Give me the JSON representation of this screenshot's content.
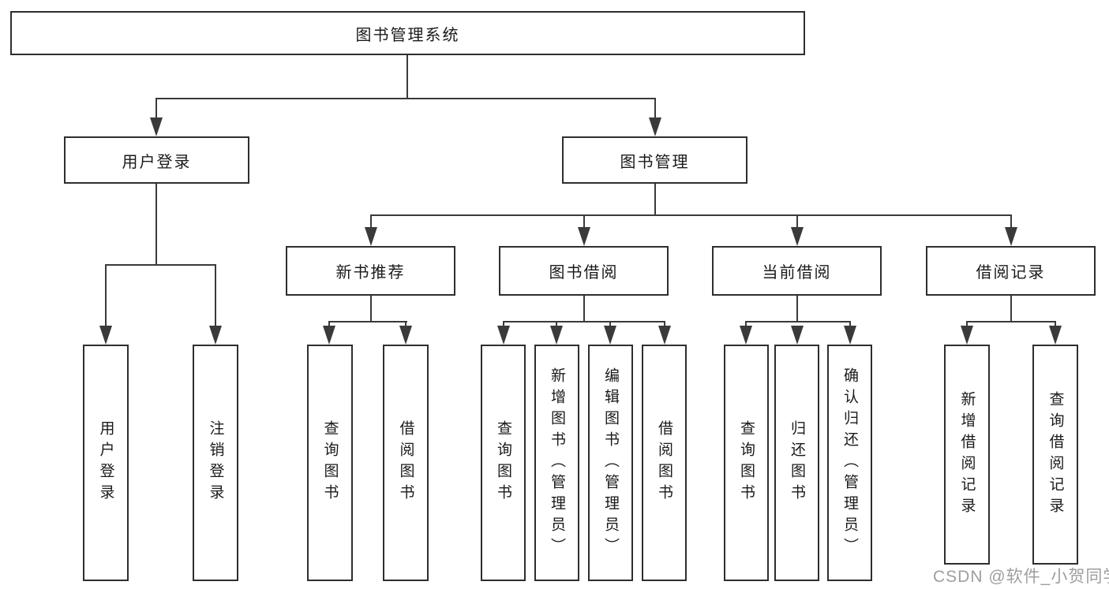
{
  "colors": {
    "line": "#3a3a3a",
    "border": "#2e2e2e",
    "background": "#ffffff",
    "text": "#1a1a1a",
    "watermark": "#9e9e9e"
  },
  "watermark": {
    "text": "CSDN @软件_小贺同学"
  },
  "tree": {
    "label": "图书管理系统",
    "children": [
      {
        "label": "用户登录",
        "children": [
          {
            "label": "用户登录"
          },
          {
            "label": "注销登录"
          }
        ]
      },
      {
        "label": "图书管理",
        "children": [
          {
            "label": "新书推荐",
            "children": [
              {
                "label": "查询图书"
              },
              {
                "label": "借阅图书"
              }
            ]
          },
          {
            "label": "图书借阅",
            "children": [
              {
                "label": "查询图书"
              },
              {
                "label": "新增图书（管理员）"
              },
              {
                "label": "编辑图书（管理员）"
              },
              {
                "label": "借阅图书"
              }
            ]
          },
          {
            "label": "当前借阅",
            "children": [
              {
                "label": "查询图书"
              },
              {
                "label": "归还图书"
              },
              {
                "label": "确认归还（管理员）"
              }
            ]
          },
          {
            "label": "借阅记录",
            "children": [
              {
                "label": "新增借阅记录"
              },
              {
                "label": "查询借阅记录"
              }
            ]
          }
        ]
      }
    ]
  }
}
